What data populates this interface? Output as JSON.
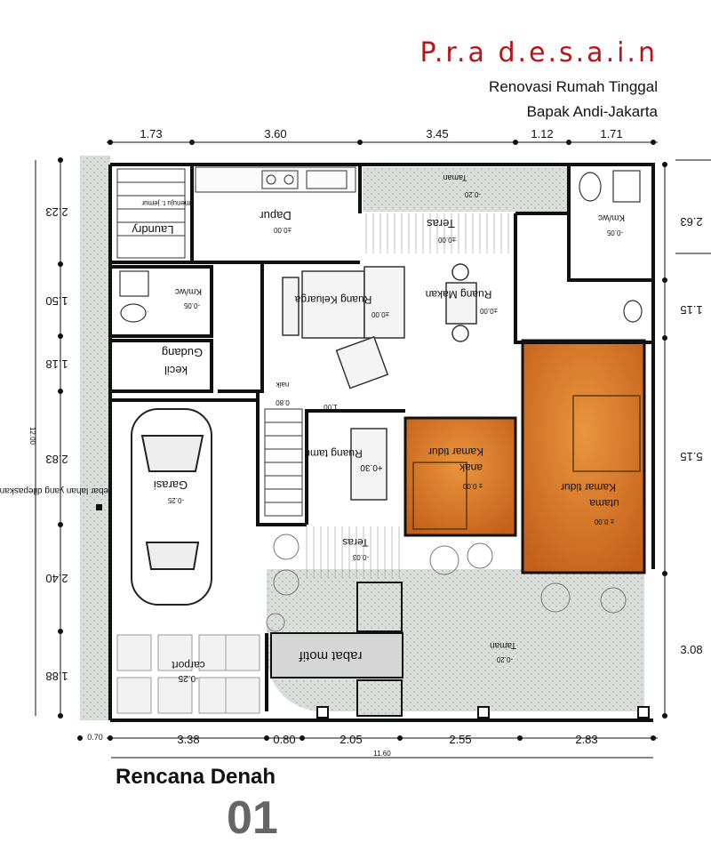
{
  "header": {
    "brand": "P.r.a d.e.s.a.i.n",
    "project": "Renovasi Rumah Tinggal",
    "client": "Bapak Andi-Jakarta"
  },
  "title": {
    "name": "Rencana Denah",
    "number": "01"
  },
  "dims_top": [
    "1.73",
    "3.60",
    "3.45",
    "1.12",
    "1.71"
  ],
  "dims_bottom": [
    "0.70",
    "3.38",
    "0.80",
    "2.05",
    "2.55",
    "2.83"
  ],
  "total_bottom": "11.60",
  "dims_left": [
    "2.23",
    "1.50",
    "1.18",
    "2.83",
    "2.40",
    "1.88"
  ],
  "total_left": "12.00",
  "dims_right": [
    "2.63",
    "1.15",
    "5.15",
    "3.08"
  ],
  "side_note": "lebar lahan yang dilepaskan",
  "rooms": {
    "menuju_jemur": "menuju t. jemur",
    "laundry": "Laundry",
    "dapur": "Dapur",
    "dapur_lvl": "±0.00",
    "taman_top": "Taman",
    "taman_top_lvl": "-0.20",
    "teras_top": "Teras",
    "teras_top_lvl": "±0.00",
    "kmwc_right": "Km/wc",
    "kmwc_right_lvl": "-0.05",
    "kmwc_left": "Km/wc",
    "kmwc_left_lvl": "-0.05",
    "keluarga": "Ruang Keluarga",
    "keluarga_lvl": "±0.00",
    "makan": "Ruang Makan",
    "makan_lvl": "±0.00",
    "gudang1": "Gudang",
    "gudang2": "kecil",
    "naik": "naik",
    "naik_w": "0.80",
    "corr_w": "1.00",
    "tamu": "Ruang tamu",
    "tamu_lvl": "+0.30",
    "anak1": "Kamar tidur",
    "anak2": "anak",
    "anak_lvl": "± 0.00",
    "utama1": "Kamar tidur",
    "utama2": "utama",
    "utama_lvl": "± 0.00",
    "garasi": "Garasi",
    "garasi_lvl": "-0.25",
    "teras_front": "Teras",
    "teras_front_lvl": "-0.03",
    "rabat": "rabat motif",
    "taman_front": "Taman",
    "taman_front_lvl": "-0.20",
    "carport": "carport",
    "carport_lvl": "-0.25"
  },
  "colors": {
    "room_fill": "#d3731e",
    "garden": "#d9dedb",
    "wall": "#111111",
    "brand": "#b8131a"
  }
}
